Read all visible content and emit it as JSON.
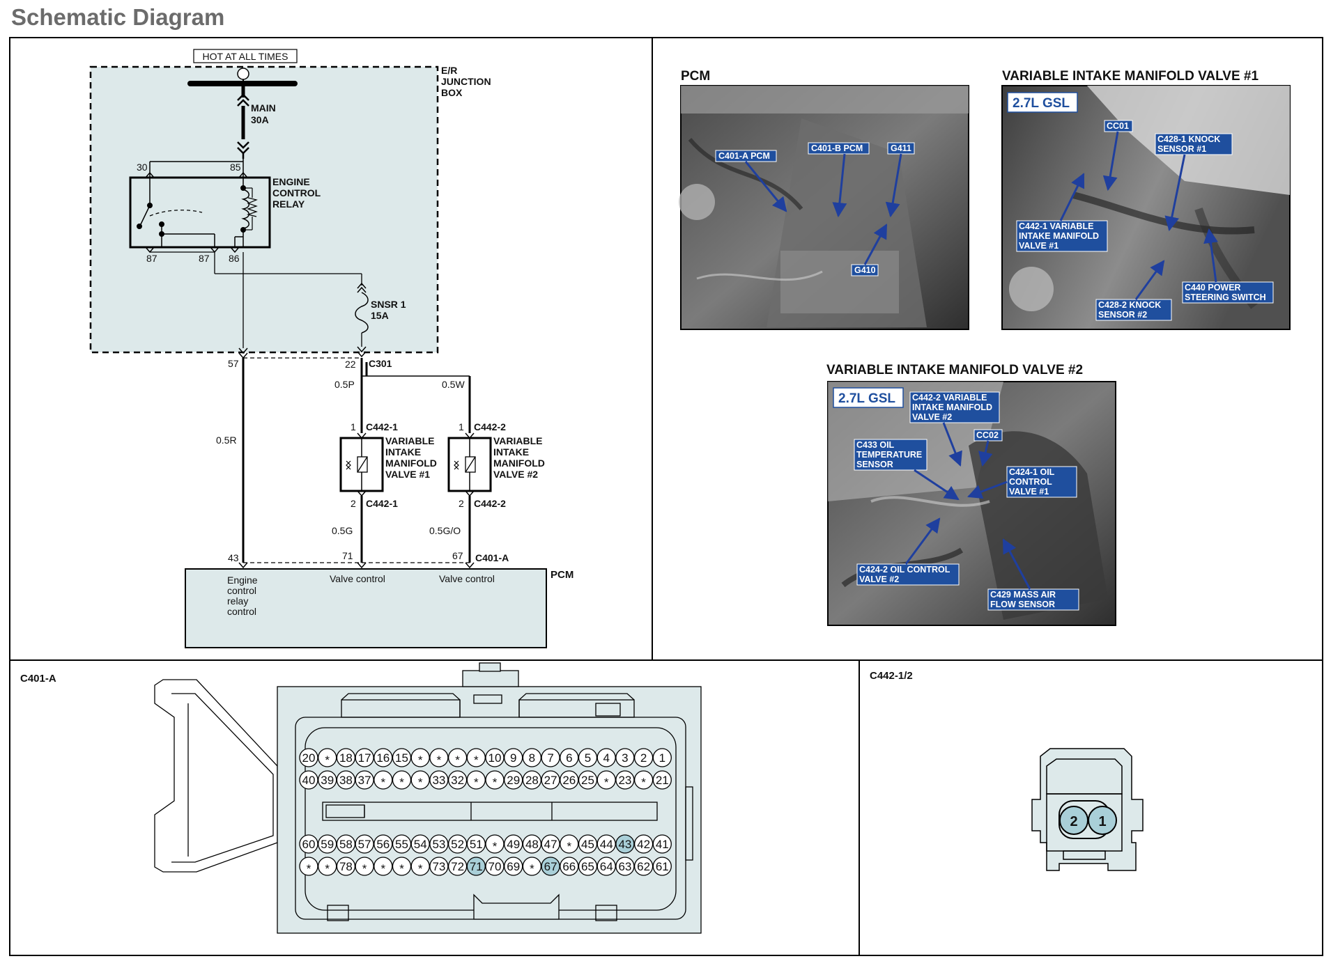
{
  "page_title": "Schematic Diagram",
  "schematic": {
    "hot_label": "HOT AT ALL TIMES",
    "junction_box": [
      "E/R",
      "JUNCTION",
      "BOX"
    ],
    "main_fuse": [
      "MAIN",
      "30A"
    ],
    "relay_name": [
      "ENGINE",
      "CONTROL",
      "RELAY"
    ],
    "relay_pins": {
      "p30": "30",
      "p85": "85",
      "p87a": "87",
      "p87b": "87",
      "p86": "86"
    },
    "snsr_fuse": [
      "SNSR  1",
      "15A"
    ],
    "pin57": "57",
    "pin22": "22",
    "conn_c301": "C301",
    "wire_05p": "0.5P",
    "wire_05w": "0.5W",
    "wire_05r": "0.5R",
    "wire_05g": "0.5G",
    "wire_05go": "0.5G/O",
    "valve1": {
      "pin_top": "1",
      "conn_top": "C442-1",
      "pin_bot": "2",
      "conn_bot": "C442-1",
      "name": [
        "VARIABLE",
        "INTAKE",
        "MANIFOLD",
        "VALVE  #1"
      ]
    },
    "valve2": {
      "pin_top": "1",
      "conn_top": "C442-2",
      "pin_bot": "2",
      "conn_bot": "C442-2",
      "name": [
        "VARIABLE",
        "INTAKE",
        "MANIFOLD",
        "VALVE  #2"
      ]
    },
    "pcm_pins": {
      "p43": "43",
      "p71": "71",
      "p67": "67"
    },
    "pcm_conn": "C401-A",
    "pcm_label": "PCM",
    "pcm_text1": [
      "Engine",
      "control",
      "relay",
      "control"
    ],
    "pcm_text2": "Valve control",
    "pcm_text3": "Valve control"
  },
  "photos": {
    "pcm": {
      "title": "PCM",
      "callouts": [
        "C401-A PCM",
        "C401-B PCM",
        "G411",
        "G410"
      ]
    },
    "vimv1": {
      "title": "VARIABLE INTAKE MANIFOLD VALVE #1",
      "badge": "2.7L GSL",
      "callouts": [
        "CC01",
        "C428-1 KNOCK SENSOR #1",
        "C442-1 VARIABLE INTAKE MANIFOLD VALVE #1",
        "C440 POWER STEERING SWITCH",
        "C428-2 KNOCK SENSOR #2"
      ]
    },
    "vimv2": {
      "title": "VARIABLE INTAKE MANIFOLD VALVE #2",
      "badge": "2.7L GSL",
      "callouts": [
        "C442-2 VARIABLE INTAKE MANIFOLD VALVE #2",
        "CC02",
        "C433 OIL TEMPERATURE SENSOR",
        "C424-1 OIL CONTROL VALVE #1",
        "C424-2 OIL CONTROL VALVE #2",
        "C429 MASS AIR FLOW SENSOR"
      ]
    }
  },
  "connector_c401a": {
    "title": "C401-A",
    "row1": [
      "20",
      "*",
      "18",
      "17",
      "16",
      "15",
      "*",
      "*",
      "*",
      "*",
      "10",
      "9",
      "8",
      "7",
      "6",
      "5",
      "4",
      "3",
      "2",
      "1"
    ],
    "row2": [
      "40",
      "39",
      "38",
      "37",
      "*",
      "*",
      "*",
      "33",
      "32",
      "*",
      "*",
      "29",
      "28",
      "27",
      "26",
      "25",
      "*",
      "23",
      "*",
      "21"
    ],
    "row3": [
      "60",
      "59",
      "58",
      "57",
      "56",
      "55",
      "54",
      "53",
      "52",
      "51",
      "*",
      "49",
      "48",
      "47",
      "*",
      "45",
      "44",
      "43",
      "42",
      "41"
    ],
    "row4": [
      "*",
      "*",
      "78",
      "*",
      "*",
      "*",
      "*",
      "73",
      "72",
      "71",
      "70",
      "69",
      "*",
      "67",
      "66",
      "65",
      "64",
      "63",
      "62",
      "61"
    ],
    "highlighted": [
      "43",
      "71",
      "67"
    ]
  },
  "connector_c442": {
    "title": "C442-1/2",
    "pins": [
      "2",
      "1"
    ]
  },
  "colors": {
    "fill_light": "#dde9ea",
    "pin_highlight": "#a9cfd8",
    "callout_blue": "#1f4f9e",
    "badge_blue": "#1f4f9e"
  }
}
